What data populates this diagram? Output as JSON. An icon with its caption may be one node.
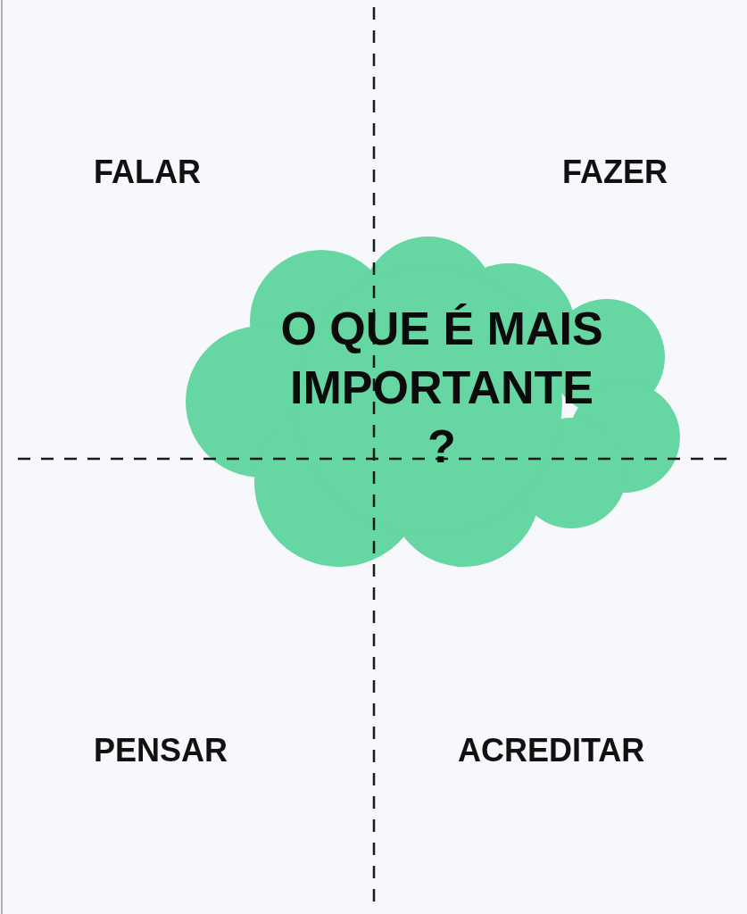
{
  "diagram": {
    "nodes": [
      {
        "text": [
          "O QUE É MAIS IMPORTANTE ?"
        ]
      }
    ],
    "edges": [],
    "labels": [
      "FALAR",
      "FAZER",
      "PENSAR",
      "ACREDITAR"
    ]
  }
}
